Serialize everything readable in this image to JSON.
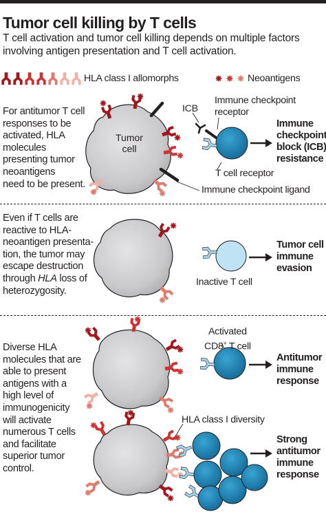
{
  "title": "Tumor cell killing by T cells",
  "subtitle": "T cell activation and tumor cell killing depends on multiple factors involving antigen presentation and T cell activation.",
  "legend": {
    "hla_label": "HLA class I allomorphs",
    "neoantigen_label": "Neoantigens"
  },
  "panel1": {
    "text": [
      "For antitumor T cell",
      "responses to be",
      "activated, HLA",
      "molecules",
      "presenting tumor",
      "neoantigens",
      "need to be present."
    ],
    "tumor_label": [
      "Tumor",
      "cell"
    ],
    "icb_label": "ICB",
    "checkpoint_receptor_label": [
      "Immune checkpoint",
      "receptor"
    ],
    "tcr_label": "T cell receptor",
    "checkpoint_ligand_label": "Immune checkpoint ligand",
    "outcome": [
      "Immune",
      "checkpoint",
      "block (ICB)",
      "resistance"
    ]
  },
  "panel2": {
    "text": [
      "Even if T cells are",
      "reactive to HLA-",
      "neoantigen presenta-",
      "tion, the tumor may",
      "escape destruction",
      "through ",
      "HLA",
      " loss of",
      "heterozygosity."
    ],
    "inactive_label": "Inactive T cell",
    "outcome": [
      "Tumor cell",
      "immune",
      "evasion"
    ]
  },
  "panel3": {
    "text": [
      "Diverse HLA",
      "molecules that are",
      "able to present",
      "antigens with a",
      "high level of",
      "immunogenicity",
      "will activate",
      "numerous T cells",
      "and facilitate",
      "superior tumor",
      "control."
    ],
    "activated_label_1": "Activated",
    "activated_label_2": "CD8",
    "activated_label_sup": "+",
    "activated_label_3": " T cell",
    "diversity_label": "HLA class I diversity",
    "outcome_1": [
      "Antitumor",
      "immune",
      "response"
    ],
    "outcome_2": [
      "Strong",
      "antitumor",
      "immune",
      "response"
    ]
  },
  "colors": {
    "hla_dark_red": "#a3161c",
    "hla_red": "#cc3433",
    "hla_salmon": "#de7b6c",
    "hla_pink": "#f0b2a6",
    "tumor_gray": "#c8c7c9",
    "t_cell_blue": "#1c7eb0",
    "inactive_blue": "#bfe3f4",
    "tcr_light_blue": "#a8d2e9",
    "ink": "#231f20"
  }
}
